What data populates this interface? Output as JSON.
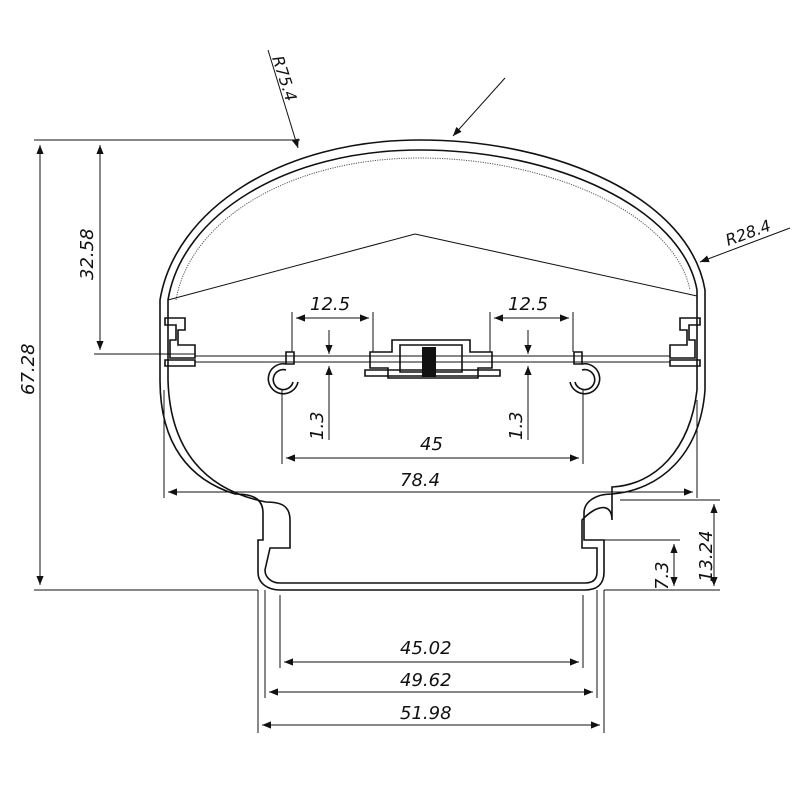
{
  "dimensions": {
    "radius_top": "R75.4",
    "radius_side": "R28.4",
    "height_upper": "32.58",
    "height_total": "67.28",
    "slot_left": "12.5",
    "slot_right": "12.5",
    "gap_left": "1.3",
    "gap_right": "1.3",
    "width_inner_clips": "45",
    "width_body": "78.4",
    "neck_height": "13.24",
    "neck_lower": "7.3",
    "base_inner": "45.02",
    "base_mid": "49.62",
    "base_outer": "51.98"
  },
  "colors": {
    "line": "#111111",
    "background": "#ffffff"
  }
}
